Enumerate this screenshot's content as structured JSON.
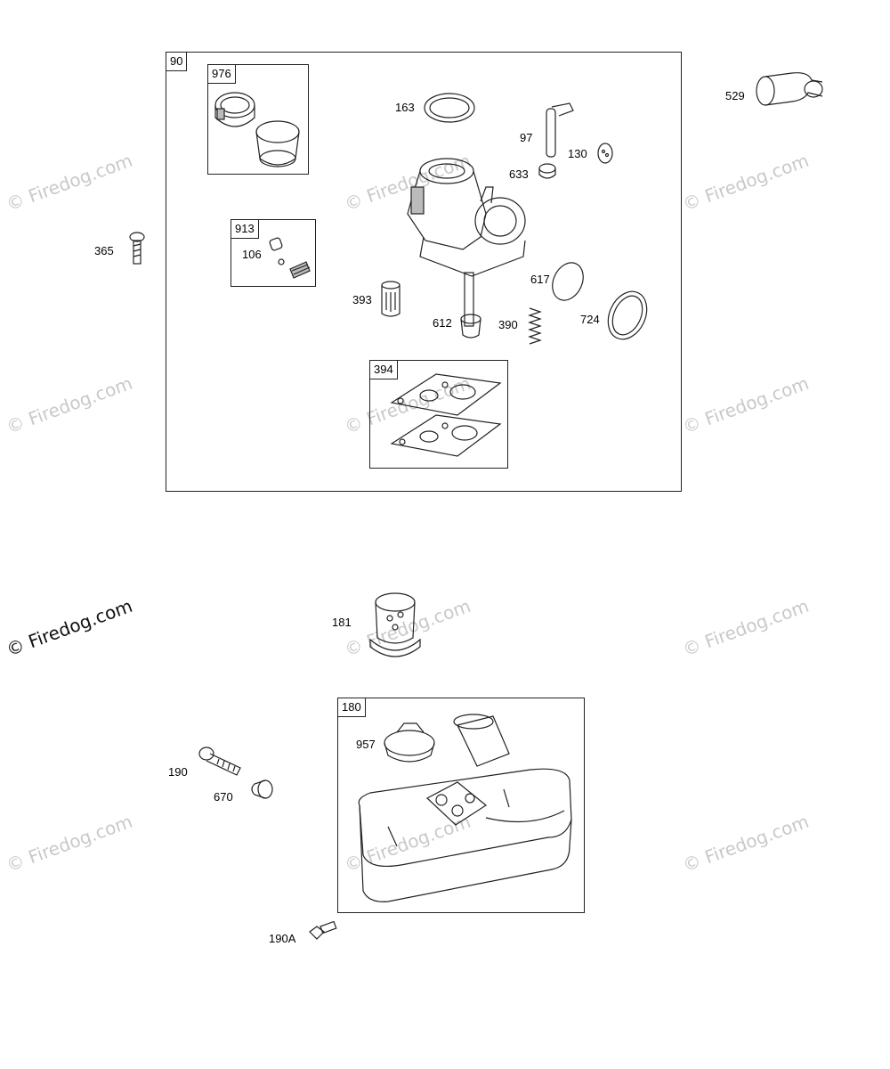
{
  "watermark": "© Firedog.com",
  "groups": {
    "g90": "90",
    "g976": "976",
    "g913": "913",
    "g394": "394",
    "g180": "180"
  },
  "labels": {
    "p163": "163",
    "p97": "97",
    "p130": "130",
    "p633": "633",
    "p529": "529",
    "p365": "365",
    "p106": "106",
    "p393": "393",
    "p617": "617",
    "p612": "612",
    "p390": "390",
    "p724": "724",
    "p181": "181",
    "p957": "957",
    "p190": "190",
    "p670": "670",
    "p190a": "190A"
  }
}
